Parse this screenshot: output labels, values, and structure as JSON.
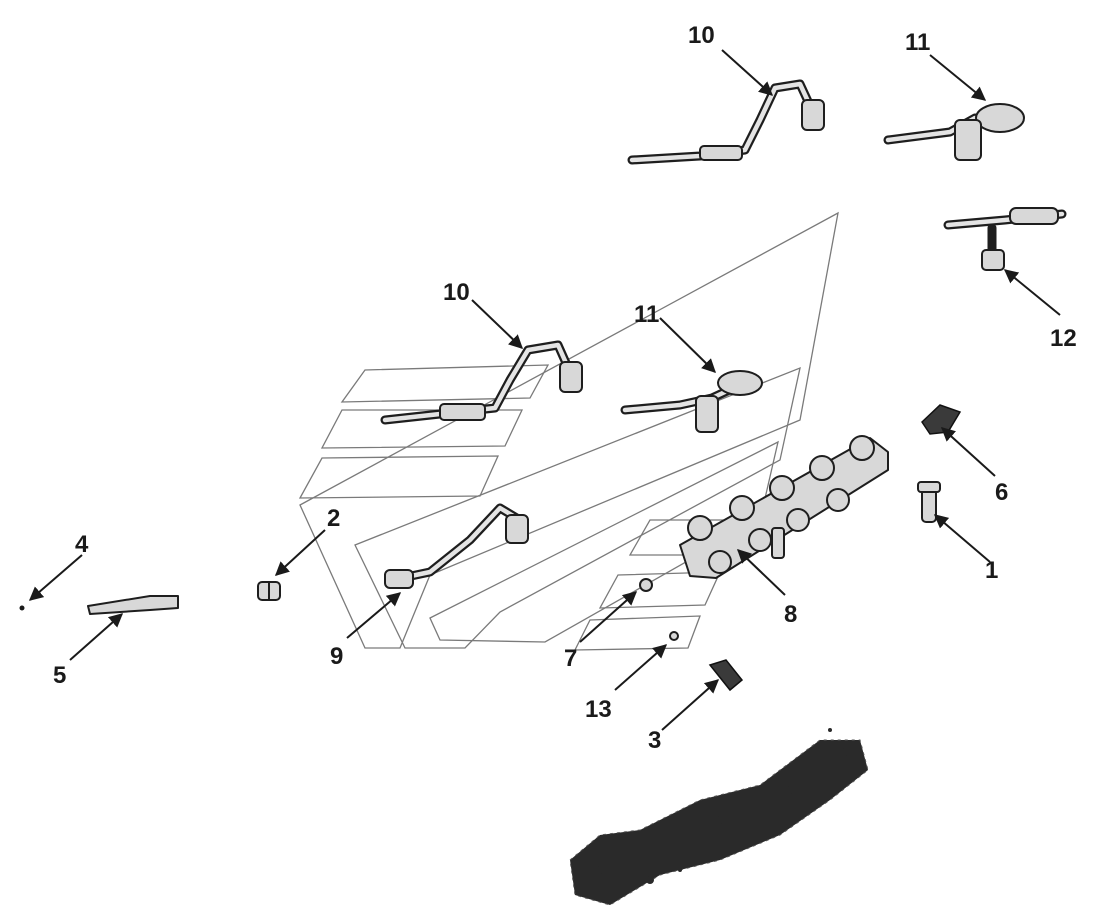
{
  "diagram": {
    "callouts": [
      {
        "id": "c10a",
        "label": "10"
      },
      {
        "id": "c11a",
        "label": "11"
      },
      {
        "id": "c12",
        "label": "12"
      },
      {
        "id": "c10b",
        "label": "10"
      },
      {
        "id": "c11b",
        "label": "11"
      },
      {
        "id": "c6",
        "label": "6"
      },
      {
        "id": "c1",
        "label": "1"
      },
      {
        "id": "c2",
        "label": "2"
      },
      {
        "id": "c4",
        "label": "4"
      },
      {
        "id": "c5",
        "label": "5"
      },
      {
        "id": "c9",
        "label": "9"
      },
      {
        "id": "c8",
        "label": "8"
      },
      {
        "id": "c7",
        "label": "7"
      },
      {
        "id": "c13",
        "label": "13"
      },
      {
        "id": "c3",
        "label": "3"
      }
    ]
  }
}
